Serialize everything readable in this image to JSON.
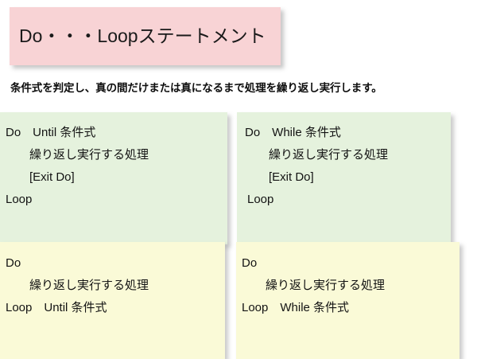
{
  "title": {
    "text": "Do・・・Loopステートメント",
    "background_color": "#F8D3D5"
  },
  "description": {
    "text": "条件式を判定し、真の間だけまたは真になるまで処理を繰り返し実行します。"
  },
  "colors": {
    "title_pink": "#F8D3D5",
    "panel_green": "#E5F2DD",
    "panel_yellow": "#FAFAD7",
    "page_background": "#FFFFFF",
    "text": "#131313"
  },
  "panels": [
    {
      "id": "do-until",
      "variant": "green",
      "lines": [
        "Do　Until 条件式",
        "　　繰り返し実行する処理",
        "　　[Exit Do]",
        "Loop"
      ]
    },
    {
      "id": "do-while",
      "variant": "green",
      "lines": [
        "Do　While 条件式",
        "　　繰り返し実行する処理",
        "　　[Exit Do]",
        "Loop"
      ]
    },
    {
      "id": "loop-until",
      "variant": "yellow",
      "lines": [
        "Do",
        "　　繰り返し実行する処理",
        "Loop　Until 条件式"
      ]
    },
    {
      "id": "loop-while",
      "variant": "yellow",
      "lines": [
        "Do",
        "　　繰り返し実行する処理",
        "Loop　While 条件式"
      ]
    }
  ]
}
